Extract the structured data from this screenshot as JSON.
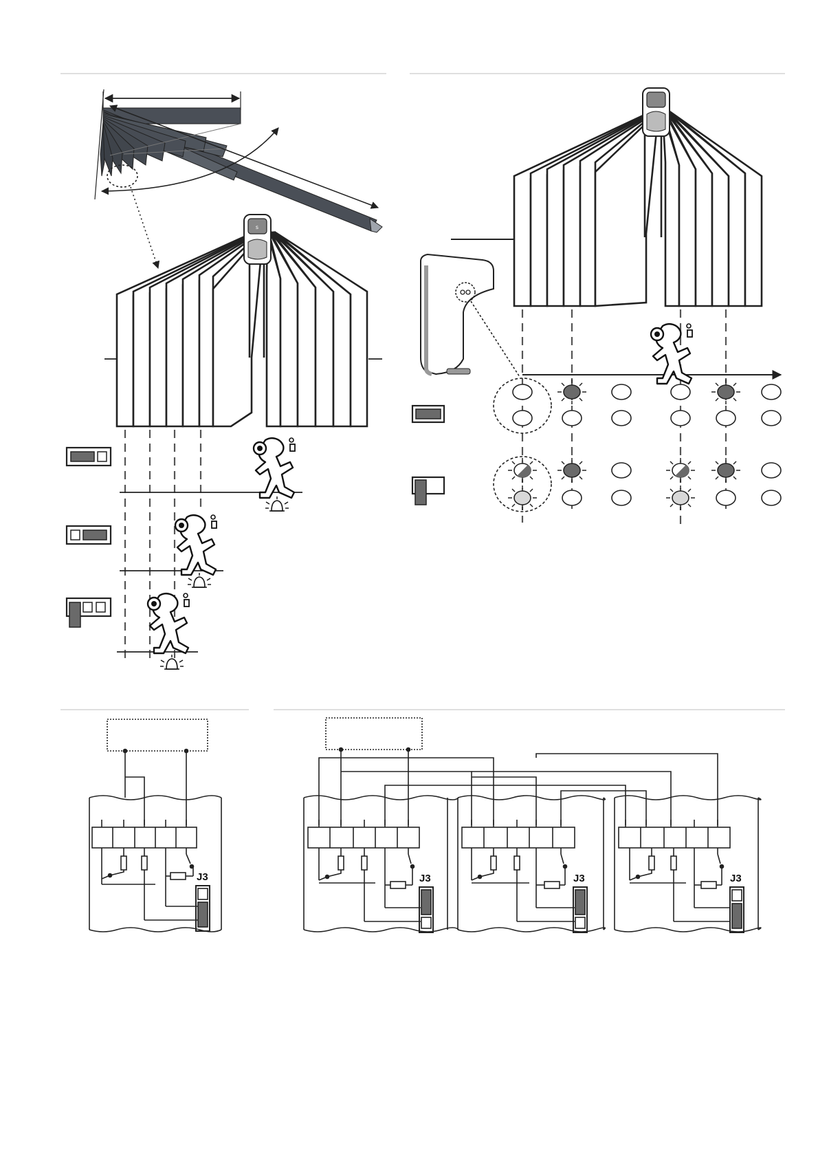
{
  "labels": {
    "j3_single": "J3",
    "j3_multi_1": "J3",
    "j3_multi_2": "J3",
    "j3_multi_3": "J3"
  },
  "colors": {
    "line": "#222222",
    "beam_fill": "#4a4f57",
    "beam_fill_light": "#6c727b",
    "led_fill": "#6a6a6a",
    "rule": "#cccccc"
  },
  "icons": {
    "alarm": "bell-icon",
    "intruder": "running-intruder-icon",
    "detector": "pir-detector-icon"
  }
}
